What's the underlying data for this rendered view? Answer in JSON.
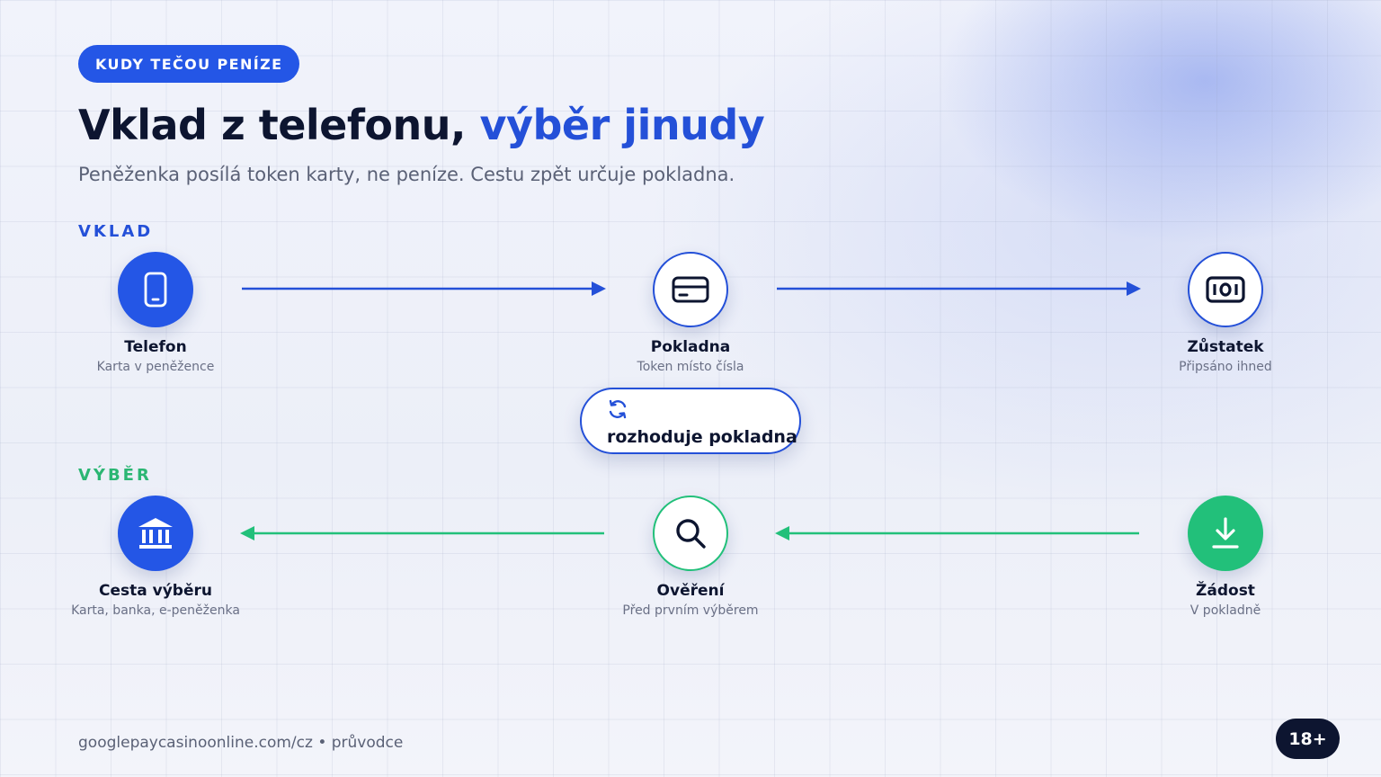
{
  "header": {
    "tag": "KUDY TEČOU PENÍZE",
    "title_main": "Vklad z telefonu, ",
    "title_accent": "výběr jinudy",
    "subtitle": "Peněženka posílá token karty, ne peníze. Cestu zpět určuje pokladna."
  },
  "deposit": {
    "label": "VKLAD",
    "nodes": [
      {
        "label": "Telefon",
        "sub": "Karta v peněžence",
        "icon": "phone-icon"
      },
      {
        "label": "Pokladna",
        "sub": "Token místo čísla",
        "icon": "credit-card-icon"
      },
      {
        "label": "Zůstatek",
        "sub": "Připsáno ihned",
        "icon": "banknote-icon"
      }
    ]
  },
  "decision": {
    "label": "rozhoduje pokladna",
    "icon": "refresh-icon"
  },
  "withdraw": {
    "label": "VÝBĚR",
    "nodes": [
      {
        "label": "Cesta výběru",
        "sub": "Karta, banka, e-peněženka",
        "icon": "bank-icon"
      },
      {
        "label": "Ověření",
        "sub": "Před prvním výběrem",
        "icon": "search-icon"
      },
      {
        "label": "Žádost",
        "sub": "V pokladně",
        "icon": "download-icon"
      }
    ]
  },
  "footer": {
    "text": "googlepaycasinoonline.com/cz • průvodce",
    "age_badge": "18+"
  },
  "colors": {
    "blue": "#2456e6",
    "green": "#22c07a",
    "dark": "#0d1530"
  }
}
